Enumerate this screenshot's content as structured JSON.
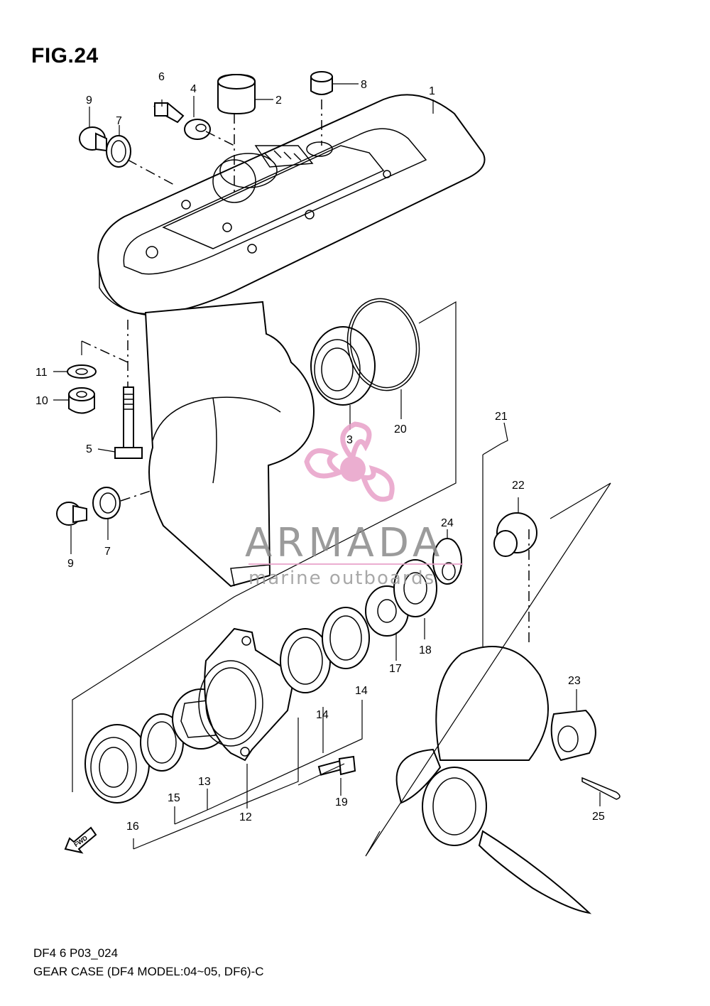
{
  "figure_title": "FIG.24",
  "callouts": [
    {
      "id": "c1",
      "text": "1"
    },
    {
      "id": "c2",
      "text": "2"
    },
    {
      "id": "c3",
      "text": "3"
    },
    {
      "id": "c4",
      "text": "4"
    },
    {
      "id": "c5",
      "text": "5"
    },
    {
      "id": "c6",
      "text": "6"
    },
    {
      "id": "c7a",
      "text": "7"
    },
    {
      "id": "c7b",
      "text": "7"
    },
    {
      "id": "c8",
      "text": "8"
    },
    {
      "id": "c9a",
      "text": "9"
    },
    {
      "id": "c9b",
      "text": "9"
    },
    {
      "id": "c10",
      "text": "10"
    },
    {
      "id": "c11",
      "text": "11"
    },
    {
      "id": "c12",
      "text": "12"
    },
    {
      "id": "c13",
      "text": "13"
    },
    {
      "id": "c14a",
      "text": "14"
    },
    {
      "id": "c14b",
      "text": "14"
    },
    {
      "id": "c15",
      "text": "15"
    },
    {
      "id": "c16",
      "text": "16"
    },
    {
      "id": "c17",
      "text": "17"
    },
    {
      "id": "c18",
      "text": "18"
    },
    {
      "id": "c19",
      "text": "19"
    },
    {
      "id": "c20",
      "text": "20"
    },
    {
      "id": "c21",
      "text": "21"
    },
    {
      "id": "c22",
      "text": "22"
    },
    {
      "id": "c23",
      "text": "23"
    },
    {
      "id": "c24",
      "text": "24"
    },
    {
      "id": "c25",
      "text": "25"
    }
  ],
  "fwd_label": "FWD",
  "watermark": {
    "name": "ARMADA",
    "tagline": "marine outboards",
    "colors": {
      "logo": "#e8a0c8",
      "text": "#8a8a8a"
    }
  },
  "footer": {
    "code": "DF4 6 P03_024",
    "description": "GEAR CASE (DF4 MODEL:04~05, DF6)-C"
  }
}
